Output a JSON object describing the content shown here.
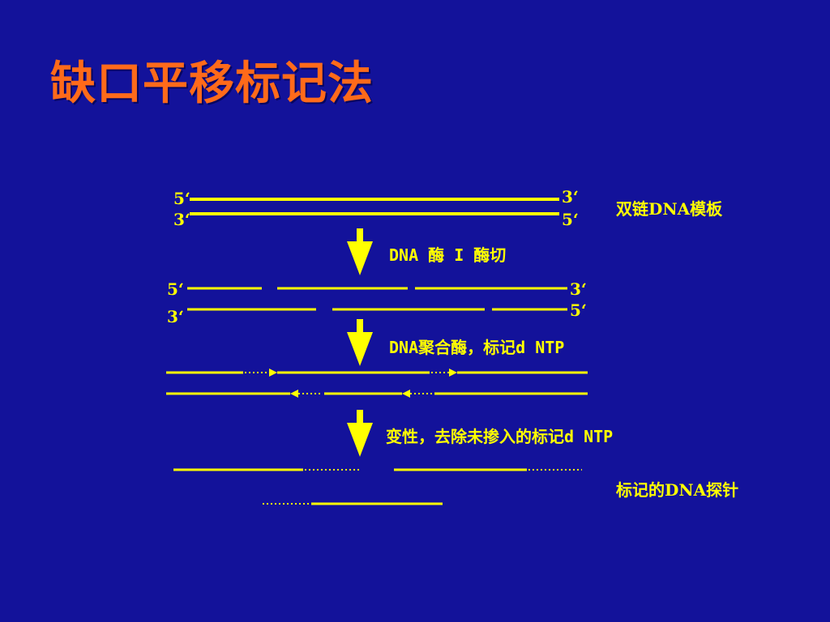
{
  "title": "缺口平移标记法",
  "template": {
    "top_left": "5‘",
    "top_right": "3‘",
    "bottom_left": "3‘",
    "bottom_right": "5‘",
    "label": "双链DNA模板"
  },
  "step1": {
    "label": "DNA 酶 I 酶切"
  },
  "nicked": {
    "top_left": "5‘",
    "top_right": "3‘",
    "bottom_left": "3‘",
    "bottom_right": "5‘"
  },
  "step2": {
    "label": "DNA聚合酶，标记d NTP"
  },
  "step3": {
    "label": "变性，去除未掺入的标记d NTP"
  },
  "probe": {
    "label": "标记的DNA探针"
  },
  "colors": {
    "background": "#13129a",
    "title": "#ff6a1a",
    "lines": "#ffff00"
  }
}
